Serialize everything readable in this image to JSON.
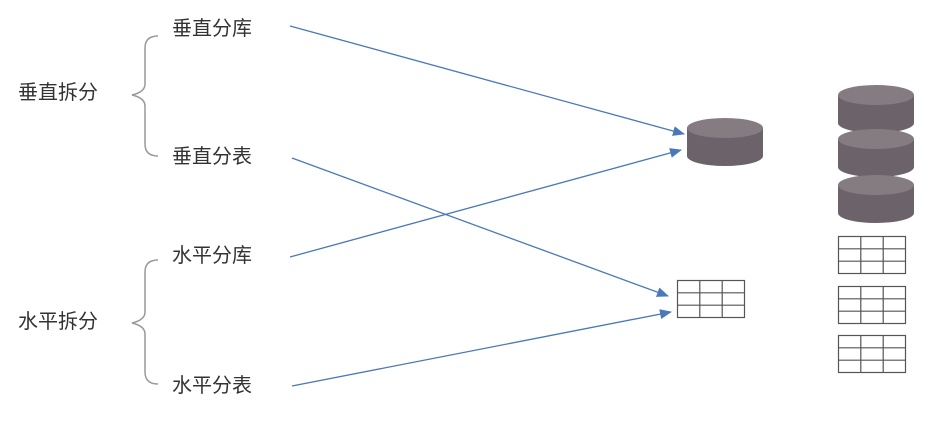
{
  "groups": {
    "vertical": {
      "label": "垂直拆分",
      "items": {
        "db": "垂直分库",
        "table": "垂直分表"
      }
    },
    "horizontal": {
      "label": "水平拆分",
      "items": {
        "db": "水平分库",
        "table": "水平分表"
      }
    }
  },
  "colors": {
    "arrow": "#4a78b8",
    "database": "#6b6369",
    "database_top": "#857c82",
    "table_grid": "#555555",
    "bracket": "#999999",
    "text": "#333333"
  },
  "icons": {
    "target_database": "database-icon",
    "target_table": "table-grid-icon",
    "stack_databases": "database-icon",
    "stack_tables": "table-grid-icon"
  }
}
